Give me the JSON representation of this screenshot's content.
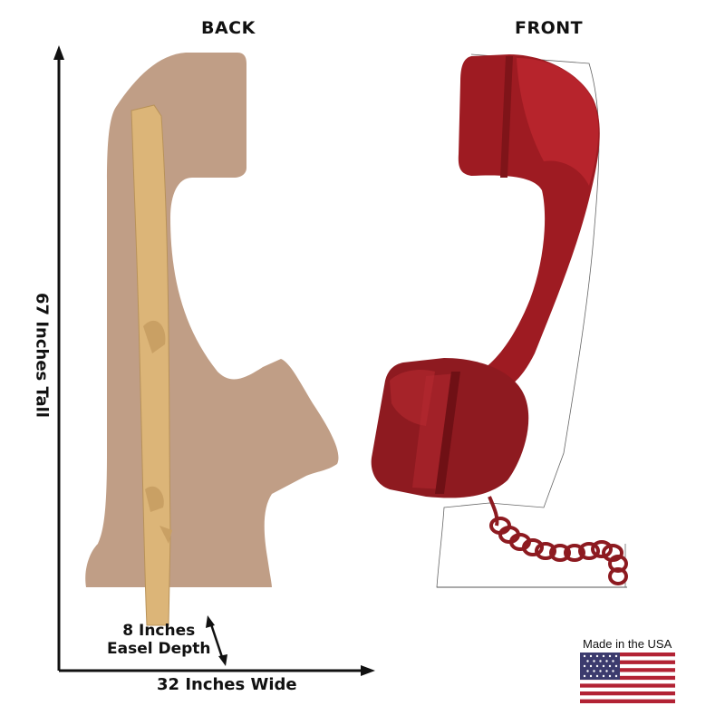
{
  "labels": {
    "back": "BACK",
    "front": "FRONT",
    "height": "67 Inches Tall",
    "width": "32 Inches Wide",
    "depth_line1": "8 Inches",
    "depth_line2": "Easel Depth",
    "made_in": "Made in the USA"
  },
  "colors": {
    "cardboard_back": "#c09e86",
    "easel": "#dcb578",
    "receiver_red": "#9e1b22",
    "receiver_highlight": "#b9262e",
    "flag_red": "#b22234",
    "flag_blue": "#3c3b6e"
  }
}
